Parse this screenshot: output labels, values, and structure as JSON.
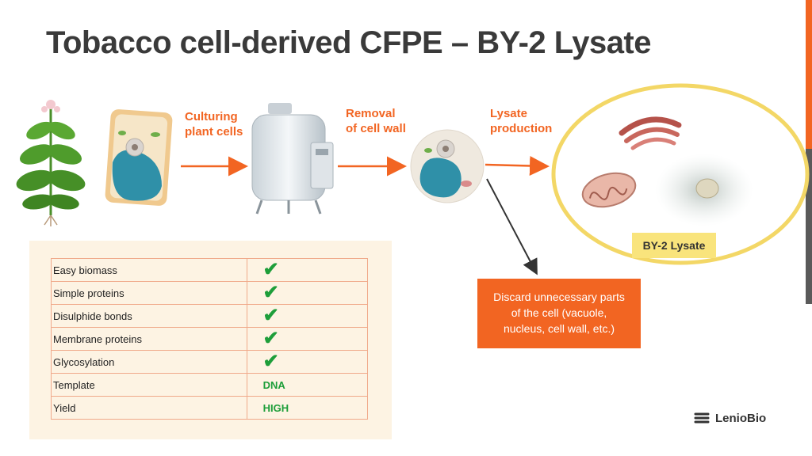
{
  "title": "Tobacco cell-derived CFPE – BY-2 Lysate",
  "steps": {
    "culturing": [
      "Culturing",
      "plant cells"
    ],
    "removal": [
      "Removal",
      "of cell wall"
    ],
    "lysate": [
      "Lysate",
      "production"
    ]
  },
  "lysate_label": "BY-2 Lysate",
  "discard_text": [
    "Discard unnecessary parts",
    "of the cell (vacuole,",
    "nucleus, cell wall, etc.)"
  ],
  "table": {
    "rows": [
      {
        "label": "Easy biomass",
        "value": "",
        "check": true
      },
      {
        "label": "Simple proteins",
        "value": "",
        "check": true
      },
      {
        "label": "Disulphide bonds",
        "value": "",
        "check": true
      },
      {
        "label": "Membrane proteins",
        "value": "",
        "check": true
      },
      {
        "label": "Glycosylation",
        "value": "",
        "check": true
      },
      {
        "label": "Template",
        "value": "DNA",
        "check": false
      },
      {
        "label": "Yield",
        "value": "HIGH",
        "check": false
      }
    ]
  },
  "logo": {
    "text": "LenioBio"
  },
  "icons": [
    "tobacco-plant-icon",
    "plant-cell-icon",
    "bioreactor-icon",
    "protoplast-icon",
    "mitochondria-icon",
    "golgi-icon",
    "nucleus-icon",
    "check-icon"
  ],
  "colors": {
    "accent": "#f26522",
    "check": "#1e9e3a",
    "label_bg": "#f9e47c",
    "table_bg": "#fdf3e3"
  }
}
